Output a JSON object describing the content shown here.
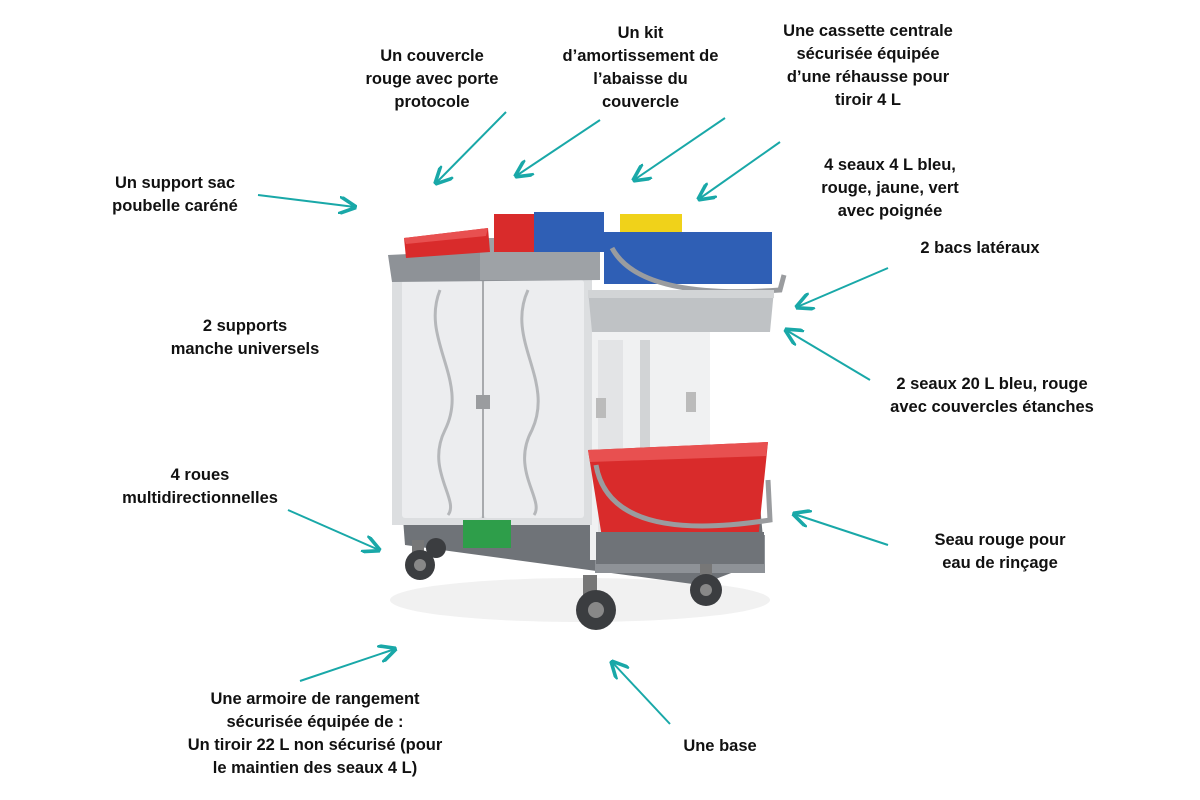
{
  "colors": {
    "arrow": "#19a8a8",
    "bucket_red": "#d92b2b",
    "bucket_blue": "#2f5fb5",
    "bucket_yellow": "#f0d21a",
    "body_light": "#e9eaec",
    "frame_grey": "#8b8f94",
    "logo_green": "#2e9e4a"
  },
  "callouts": [
    {
      "id": "couvercle",
      "lines": [
        "Un couvercle",
        "rouge avec porte",
        "protocole"
      ]
    },
    {
      "id": "kit",
      "lines": [
        "Un kit",
        "d’amortissement de",
        "l’abaisse du",
        "couvercle"
      ]
    },
    {
      "id": "cassette",
      "lines": [
        "Une cassette centrale",
        "sécurisée équipée",
        "d’une réhausse pour",
        "tiroir 4 L"
      ]
    },
    {
      "id": "support-sac",
      "lines": [
        "Un support sac",
        "poubelle caréné"
      ]
    },
    {
      "id": "seaux-4l",
      "lines": [
        "4 seaux 4 L bleu,",
        "rouge, jaune, vert",
        "avec poignée"
      ]
    },
    {
      "id": "bacs",
      "lines": [
        "2 bacs latéraux"
      ]
    },
    {
      "id": "supports-manche",
      "lines": [
        "2 supports",
        "manche universels"
      ]
    },
    {
      "id": "seaux-20l",
      "lines": [
        "2 seaux 20 L bleu, rouge",
        "avec couvercles étanches"
      ]
    },
    {
      "id": "roues",
      "lines": [
        "4 roues",
        "multidirectionnelles"
      ]
    },
    {
      "id": "seau-rouge",
      "lines": [
        "Seau rouge pour",
        "eau de rinçage"
      ]
    },
    {
      "id": "armoire",
      "lines": [
        "Une armoire de rangement",
        "sécurisée équipée de :",
        "Un tiroir 22 L non sécurisé (pour",
        "le maintien des seaux 4 L)"
      ]
    },
    {
      "id": "base",
      "lines": [
        "Une base"
      ]
    }
  ]
}
